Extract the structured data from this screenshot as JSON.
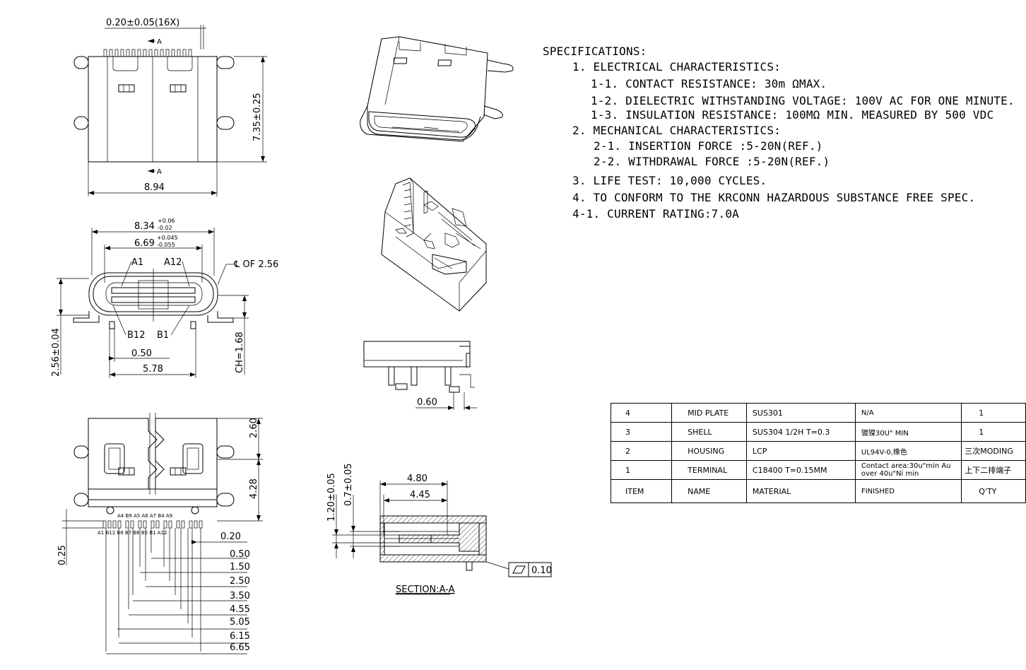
{
  "specifications": {
    "title": "SPECIFICATIONS:",
    "lines": [
      "1. ELECTRICAL CHARACTERISTICS:",
      "1-1. CONTACT RESISTANCE: 30m ΩMAX.",
      "1-2. DIELECTRIC WITHSTANDING VOLTAGE: 100V AC FOR ONE MINUTE.",
      "1-3. INSULATION RESISTANCE: 100MΩ  MIN. MEASURED BY 500 VDC",
      "2. MECHANICAL CHARACTERISTICS:",
      "2-1. INSERTION FORCE :5-20N(REF.)",
      "2-2. WITHDRAWAL FORCE :5-20N(REF.)",
      "3. LIFE TEST: 10,000 CYCLES.",
      "4. TO CONFORM TO THE KRCONN HAZARDOUS SUBSTANCE FREE SPEC.",
      "4-1. CURRENT RATING:7.0A"
    ]
  },
  "bom": {
    "rows": [
      {
        "item": "4",
        "name": "MID PLATE",
        "material": "SUS301",
        "finished": "N/A",
        "qty": "1"
      },
      {
        "item": "3",
        "name": "SHELL",
        "material": "SUS304 1/2H T=0.3",
        "finished": "镀镍30U\" MIN",
        "qty": "1"
      },
      {
        "item": "2",
        "name": "HOUSING",
        "material": "LCP",
        "finished": "UL94V-0,橡色",
        "qty": "三次MODING"
      },
      {
        "item": "1",
        "name": "TERMINAL",
        "material": "C18400 T=0.15MM",
        "finished": "Contact area:30u\"min Au over 40u\"Ni min",
        "qty": "上下二排端子"
      }
    ],
    "header": {
      "item": "ITEM",
      "name": "NAME",
      "material": "MATERIAL",
      "finished": "FINISHED",
      "qty": "Q'TY"
    }
  },
  "dims": {
    "top_pitch": "0.20±0.05(16X)",
    "top_height": "7.35±0.25",
    "top_width": "8.94",
    "section_mark": "A",
    "front_outer": "8.34",
    "front_outer_tol_up": "+0.06",
    "front_outer_tol_dn": "-0.02",
    "front_inner": "6.69",
    "front_inner_tol_up": "+0.045",
    "front_inner_tol_dn": "-0.055",
    "centerline": "℄ OF 2.56",
    "pin_a1": "A1",
    "pin_a12": "A12",
    "pin_b12": "B12",
    "pin_b1": "B1",
    "front_height": "2.56±0.04",
    "front_ch": "CH=1.68",
    "front_pitch": "0.50",
    "front_span": "5.78",
    "bottom_260": "2.60",
    "bottom_428": "4.28",
    "bottom_025": "0.25",
    "bottom_020": "0.20",
    "bottom_list": [
      "0.50",
      "1.50",
      "2.50",
      "3.50",
      "4.55",
      "5.05",
      "6.15",
      "6.65"
    ],
    "pin_row_top": "A4 B9  A5   A6 A7  B4 A9",
    "pin_row_bottom": "A1 B12  B8   B7    B6   B5  B1 A12",
    "side_060": "0.60",
    "sec_480": "4.80",
    "sec_445": "4.45",
    "sec_120": "1.20±0.05",
    "sec_07": "0.7±0.05",
    "sec_flat": "0.10",
    "section_title": "SECTION:A-A"
  }
}
